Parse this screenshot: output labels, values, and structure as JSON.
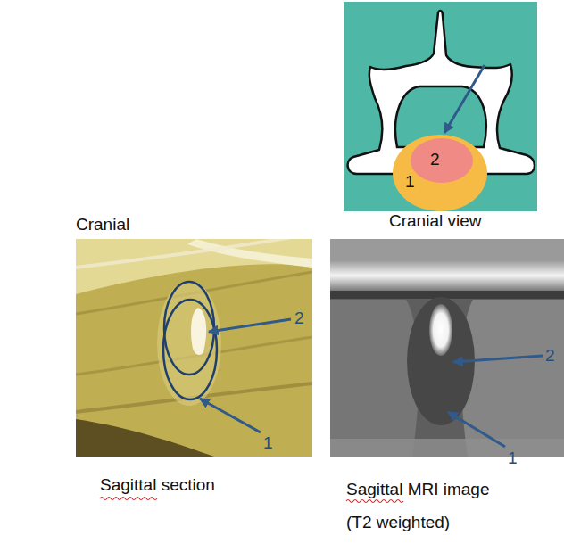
{
  "diagram": {
    "nodes": [
      {
        "text": [
          "1"
        ]
      },
      {
        "text": [
          "2"
        ],
        "in": 0
      }
    ],
    "labels": [
      "Cranial view",
      "Cranial",
      "2",
      "1",
      "2",
      "1",
      "Sagittal section",
      "Sagittal MRI image (T2 weighted)"
    ]
  }
}
